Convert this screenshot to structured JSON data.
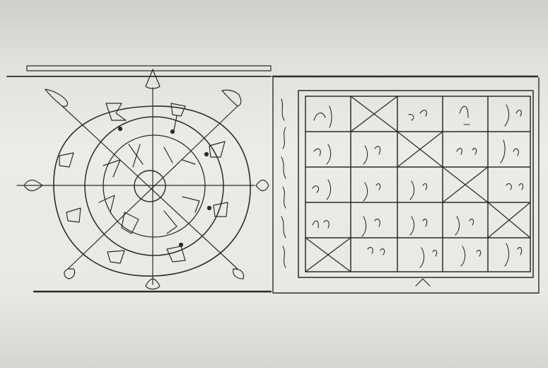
{
  "document": {
    "description_free": true,
    "left_diagram": {
      "rings": 4,
      "sectors": 8
    },
    "right_table": {
      "rows": 5,
      "columns": 5,
      "side_caption": "",
      "crossed_cells": [
        [
          0,
          1
        ],
        [
          1,
          2
        ],
        [
          2,
          3
        ],
        [
          3,
          4
        ],
        [
          4,
          0
        ]
      ]
    }
  }
}
